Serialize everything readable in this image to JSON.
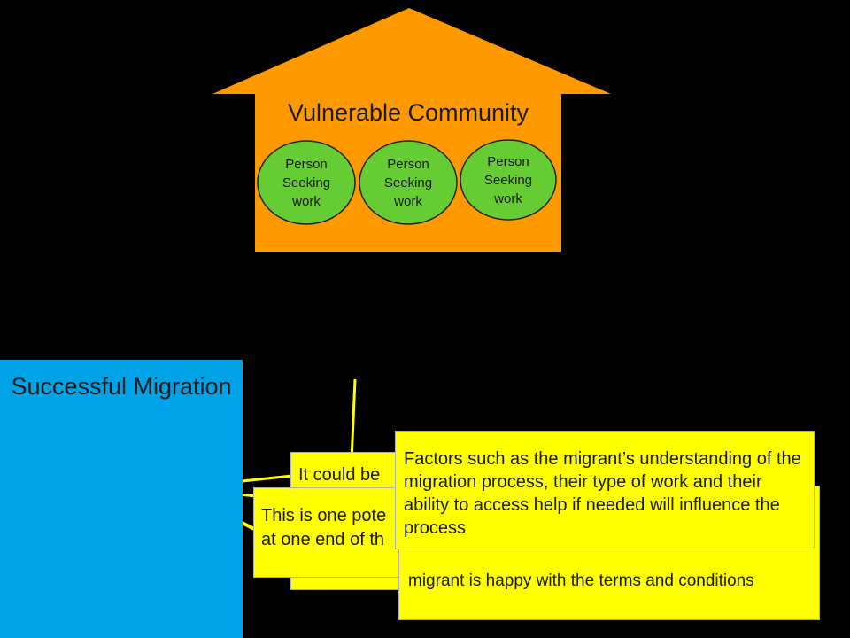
{
  "colors": {
    "background": "#000000",
    "house": "#ff9900",
    "person": "#66cc33",
    "success": "#00a2e8",
    "callout": "#ffff00",
    "connector": "#ffff00"
  },
  "community": {
    "title": "Vulnerable Community",
    "persons": [
      {
        "label": "Person Seeking work"
      },
      {
        "label": "Person Seeking work"
      },
      {
        "label": "Person Seeking work"
      }
    ]
  },
  "outcome": {
    "title": "Successful Migration"
  },
  "callouts": [
    {
      "text": "It could be"
    },
    {
      "text": "This is one pote at one end of th"
    },
    {
      "text": "migrant is happy with the terms and conditions"
    },
    {
      "text": "Factors such as the migrant’s understanding of the migration process, their type of work and their ability to access help if needed will influence the process"
    }
  ]
}
